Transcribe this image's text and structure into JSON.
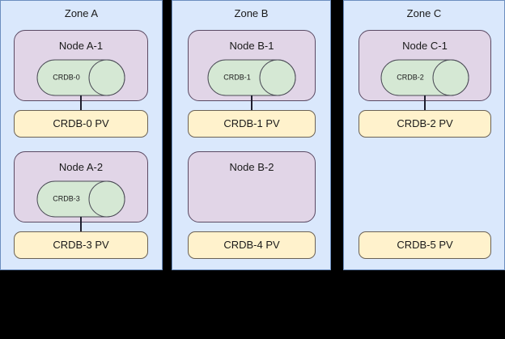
{
  "diagram": {
    "background_color": "#000000",
    "zone_fill": "#dae8fc",
    "zone_stroke": "#6c8ebf",
    "node_fill": "#e1d5e7",
    "node_stroke": "#5b4a63",
    "db_fill": "#d5e8d4",
    "db_stroke": "#4a4a55",
    "pv_fill": "#fff2cc",
    "pv_stroke": "#6b6255",
    "connector_color": "#1f1f2e"
  },
  "zones": [
    {
      "title": "Zone A",
      "rows": [
        {
          "node": {
            "title": "Node A-1",
            "database": {
              "label": "CRDB-0"
            }
          },
          "pv": {
            "label": "CRDB-0 PV"
          },
          "connected": true
        },
        {
          "node": {
            "title": "Node A-2",
            "database": {
              "label": "CRDB-3"
            }
          },
          "pv": {
            "label": "CRDB-3 PV"
          },
          "connected": true
        }
      ]
    },
    {
      "title": "Zone B",
      "rows": [
        {
          "node": {
            "title": "Node B-1",
            "database": {
              "label": "CRDB-1"
            }
          },
          "pv": {
            "label": "CRDB-1 PV"
          },
          "connected": true
        },
        {
          "node": {
            "title": "Node B-2",
            "database": null
          },
          "pv": {
            "label": "CRDB-4 PV"
          },
          "connected": false
        }
      ]
    },
    {
      "title": "Zone C",
      "rows": [
        {
          "node": {
            "title": "Node C-1",
            "database": {
              "label": "CRDB-2"
            }
          },
          "pv": {
            "label": "CRDB-2 PV"
          },
          "connected": true
        },
        {
          "node": null,
          "pv": {
            "label": "CRDB-5 PV"
          },
          "connected": false
        }
      ]
    }
  ]
}
